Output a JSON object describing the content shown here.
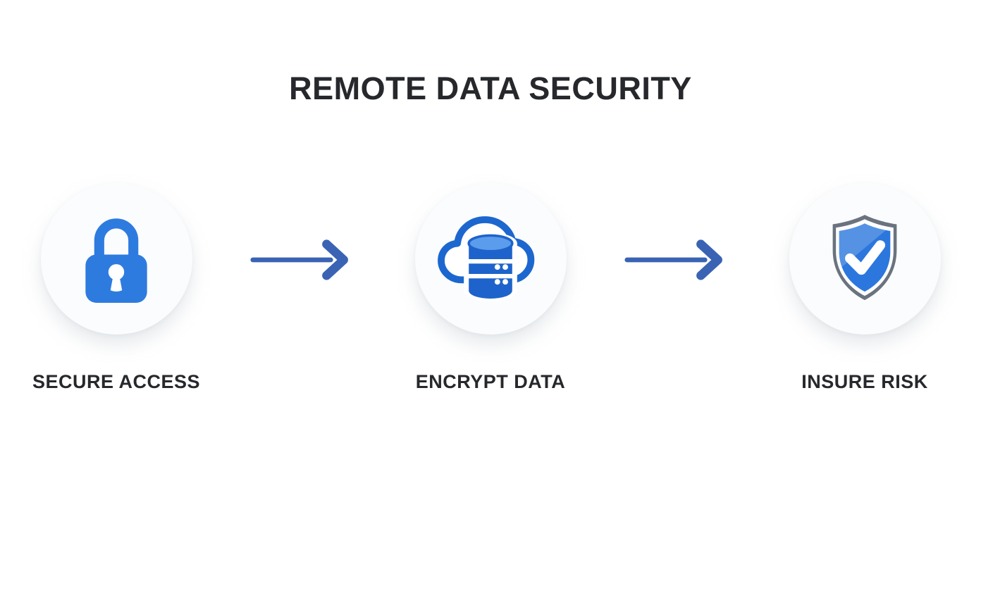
{
  "title": "REMOTE DATA SECURITY",
  "steps": [
    {
      "label": "SECURE ACCESS",
      "icon": "lock-icon"
    },
    {
      "label": "ENCRYPT DATA",
      "icon": "cloud-database-icon"
    },
    {
      "label": "INSURE RISK",
      "icon": "shield-check-icon"
    }
  ],
  "arrows": [
    {
      "icon": "right-arrow-icon"
    },
    {
      "icon": "right-arrow-icon"
    }
  ],
  "colors": {
    "text-dark": "#26282c",
    "circle-bg": "#fbfcfd",
    "icon-blue": "#2e7be0",
    "outline-blue": "#1c67cf",
    "db-body-blue": "#1e63cb",
    "db-top-blue": "#5b9cec",
    "shield-gray": "#6a737e",
    "shield-blue": "#2b77dd",
    "arrow-blue": "#3a63b4"
  }
}
